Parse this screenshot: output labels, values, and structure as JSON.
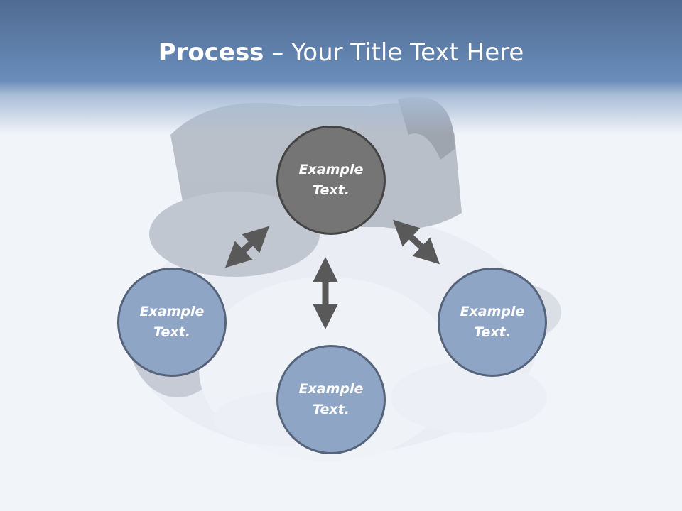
{
  "slide": {
    "title_strong": "Process",
    "title_rest": " – Your Title Text Here"
  },
  "circles": {
    "top": {
      "line1": "Example",
      "line2": "Text."
    },
    "left": {
      "line1": "Example",
      "line2": "Text."
    },
    "right": {
      "line1": "Example",
      "line2": "Text."
    },
    "bottom": {
      "line1": "Example",
      "line2": "Text."
    }
  },
  "colors": {
    "header": "#6a8dba",
    "circle_gray": "#757575",
    "circle_blue": "#8fa5c6",
    "arrow": "#595959"
  },
  "background_image": "faded-puppy-photo"
}
